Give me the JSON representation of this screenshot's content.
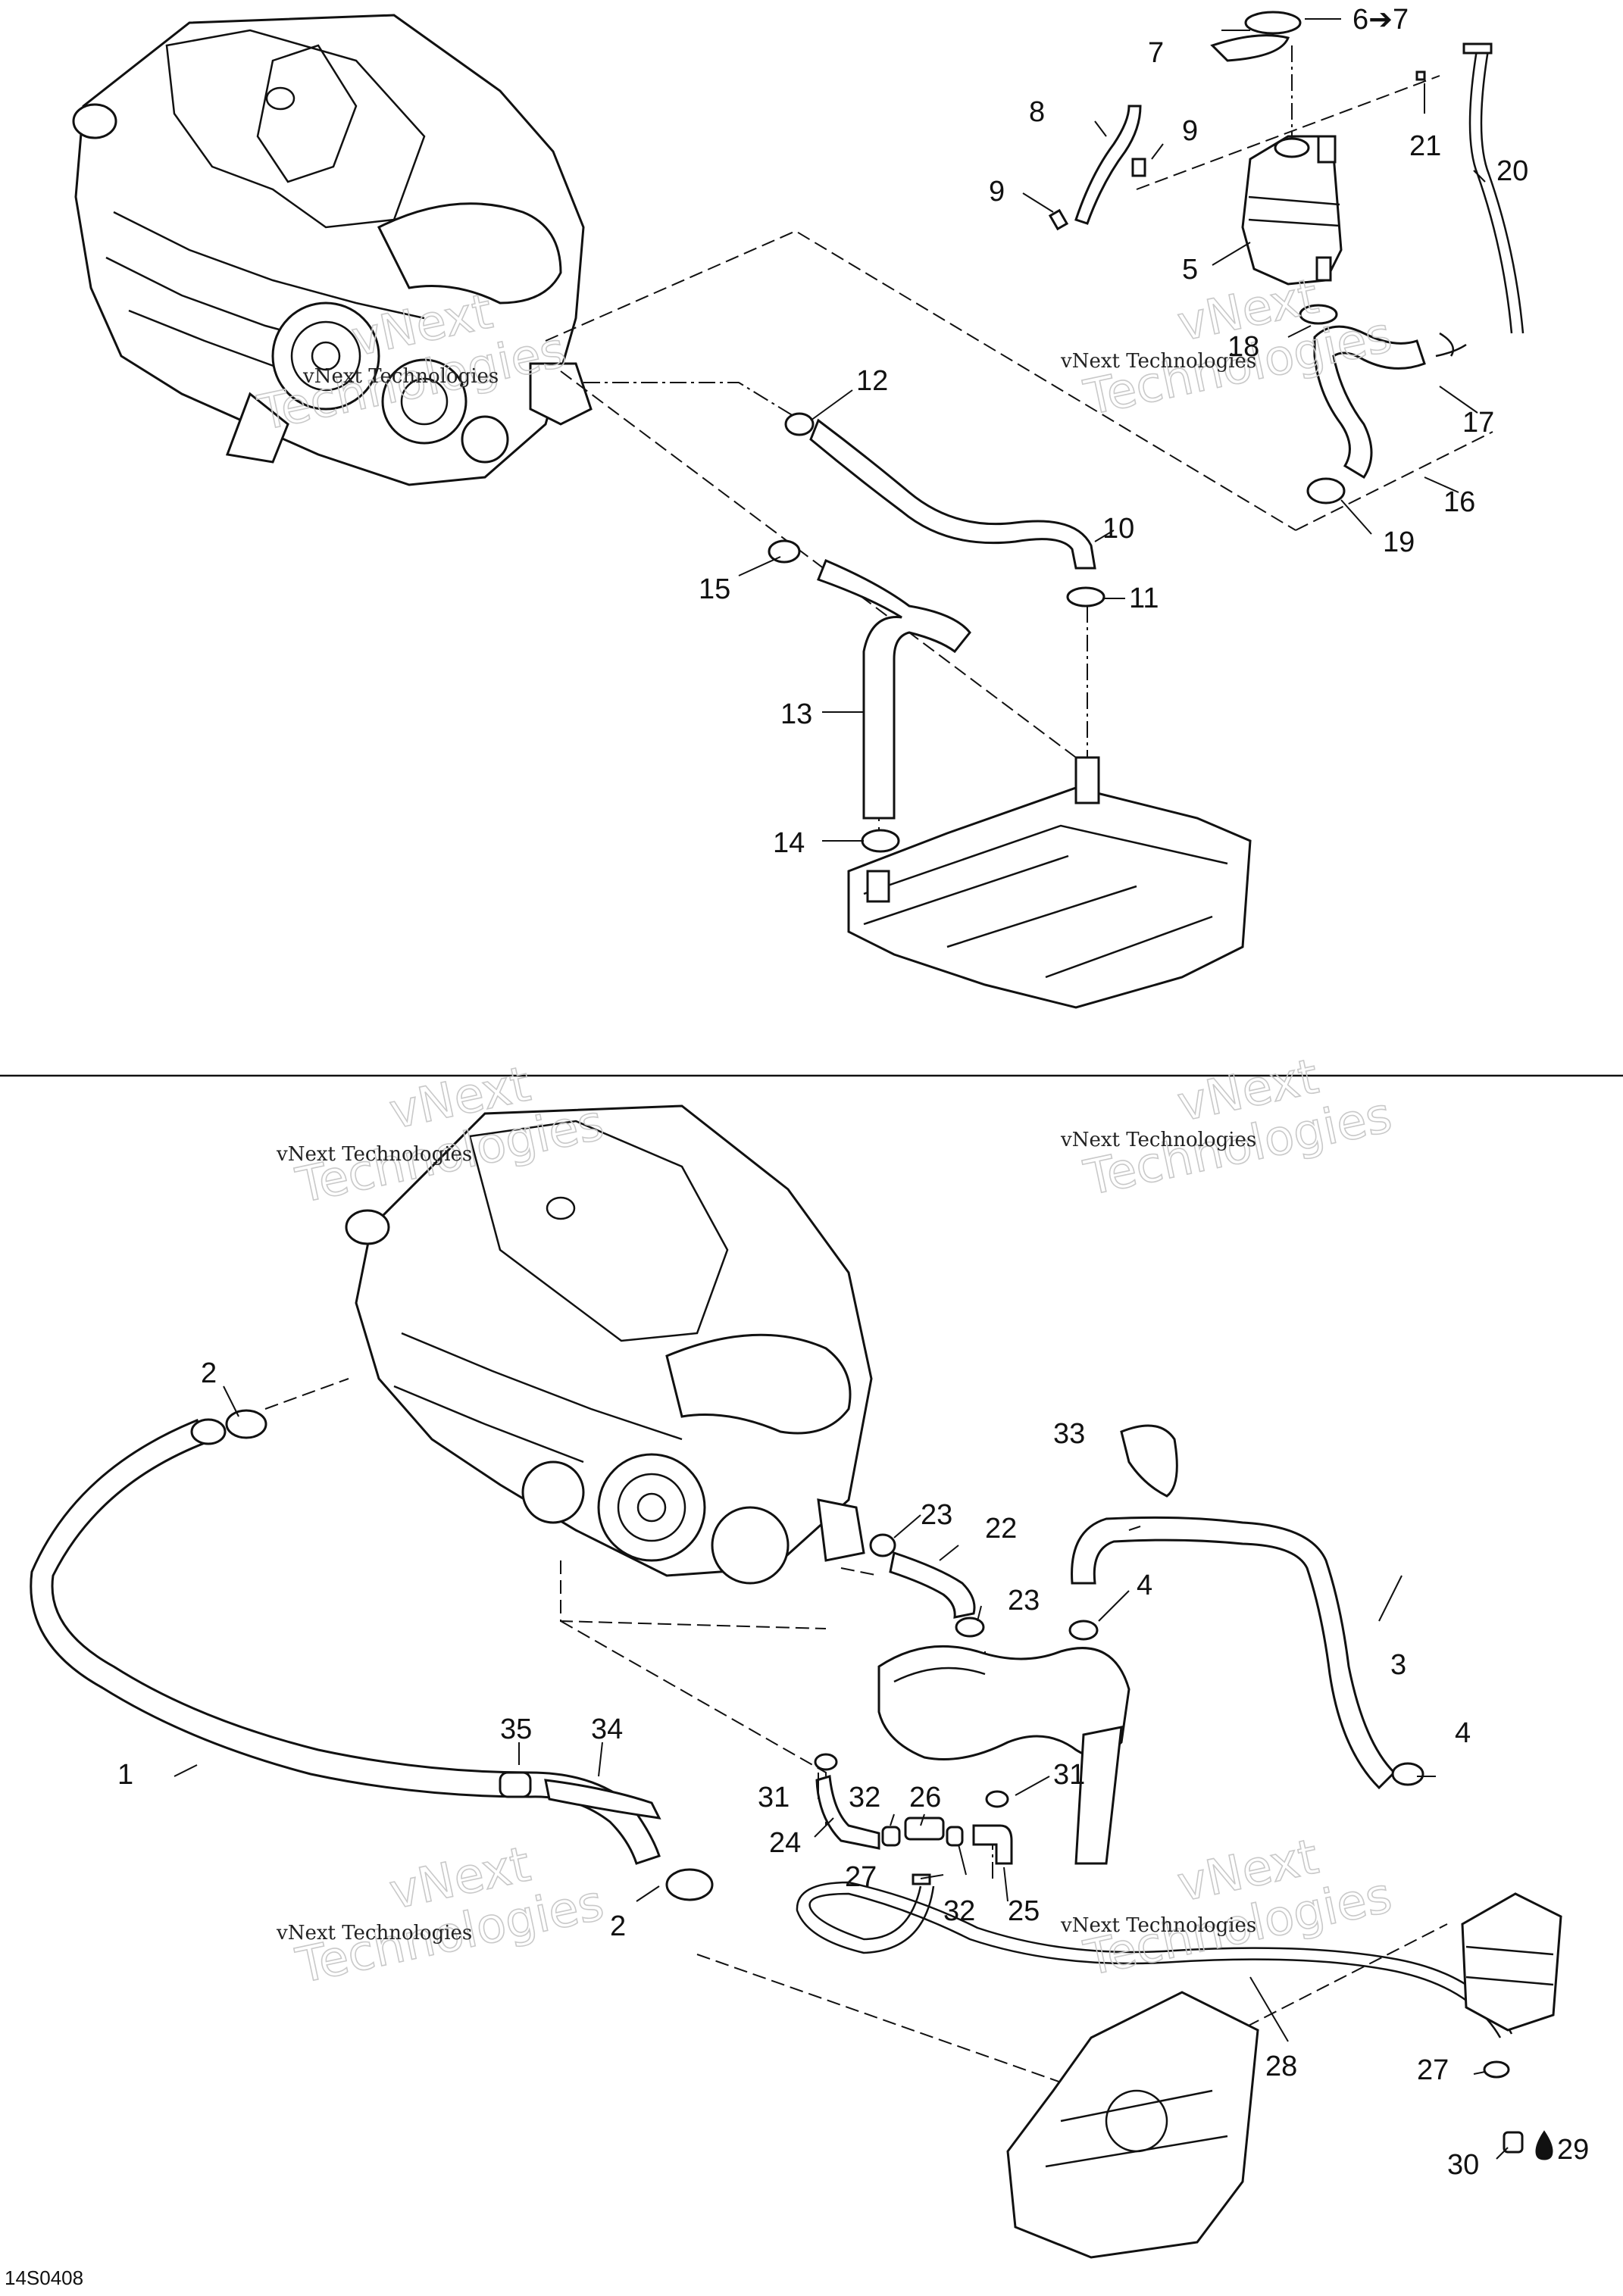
{
  "watermark": {
    "line1": "vNext",
    "line2": "Technologies",
    "small": "vNext Technologies"
  },
  "reference_code": "14S0408",
  "callouts": {
    "c1": "1",
    "c2a": "2",
    "c2b": "2",
    "c3": "3",
    "c4a": "4",
    "c4b": "4",
    "c5": "5",
    "c67": "6➔7",
    "c7": "7",
    "c8": "8",
    "c9a": "9",
    "c9b": "9",
    "c10": "10",
    "c11": "11",
    "c12": "12",
    "c13": "13",
    "c14": "14",
    "c15": "15",
    "c16": "16",
    "c17": "17",
    "c18": "18",
    "c19": "19",
    "c20": "20",
    "c21": "21",
    "c22": "22",
    "c23a": "23",
    "c23b": "23",
    "c24": "24",
    "c25": "25",
    "c26": "26",
    "c27a": "27",
    "c27b": "27",
    "c28": "28",
    "c29": "29",
    "c30": "30",
    "c31a": "31",
    "c31b": "31",
    "c32a": "32",
    "c32b": "32",
    "c33": "33",
    "c34": "34",
    "c35": "35"
  }
}
